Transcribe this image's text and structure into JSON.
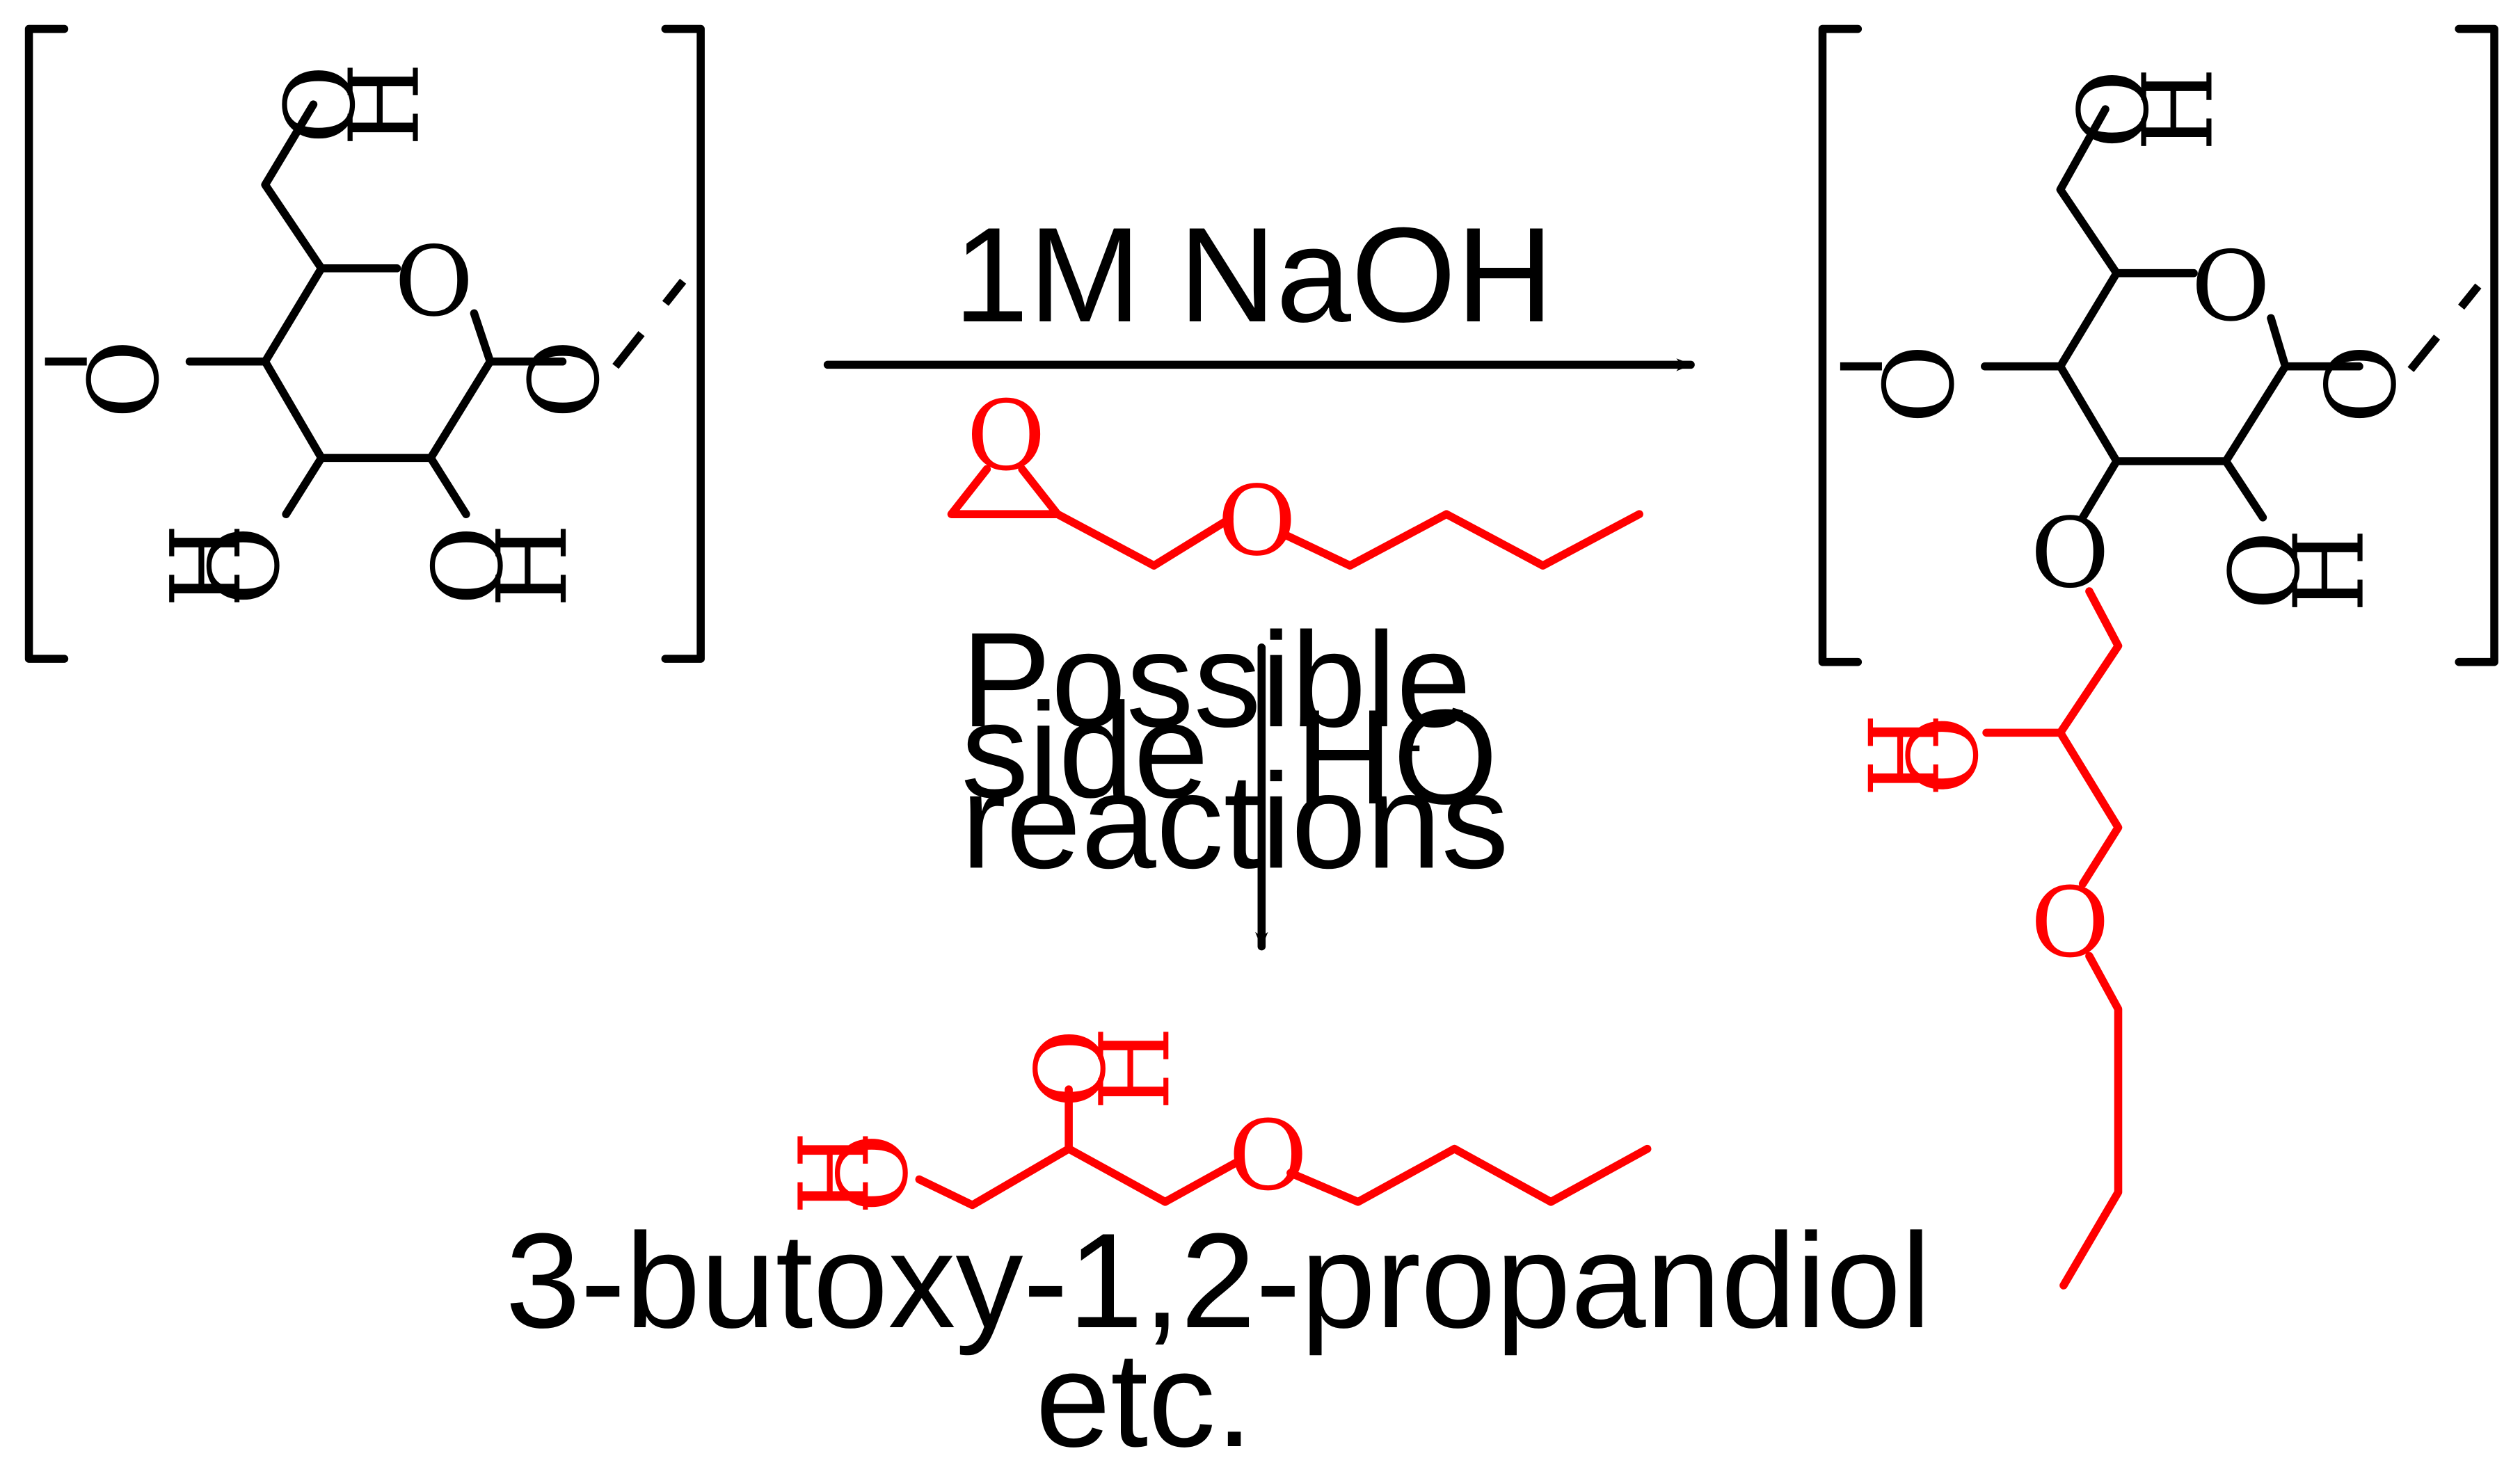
{
  "colors": {
    "ink": "#000000",
    "modifier": "#ff0000",
    "background": "#ffffff"
  },
  "atoms": {
    "O": "O",
    "H": "H"
  },
  "reaction": {
    "conditions": "1M NaOH",
    "side_text_line1": "Possible",
    "side_text_line2": "side",
    "side_text_line3": "reactions",
    "side_reagent": "HO",
    "side_reagent_charge": "-",
    "side_product_name": "3-butoxy-1,2-propandiol",
    "etc": "etc."
  }
}
